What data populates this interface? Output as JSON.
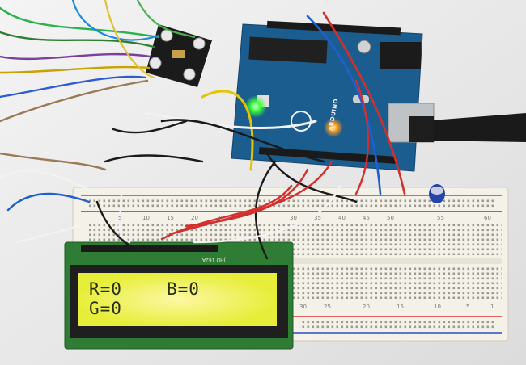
{
  "lcd": {
    "line1_left": "R=0",
    "line1_right": "B=0",
    "line2_left": "G=0",
    "model": "JHD 162A"
  },
  "arduino": {
    "label": "ARDUINO"
  },
  "breadboard": {
    "top_numbers": [
      "5",
      "10",
      "15",
      "20",
      "25",
      "30",
      "35",
      "40",
      "45",
      "50",
      "55",
      "60"
    ],
    "bottom_numbers": [
      "30",
      "25",
      "20",
      "15",
      "10",
      "5",
      "1"
    ]
  },
  "colors": {
    "lcd_backlight": "#e7ee3a",
    "arduino_board": "#1b5d8e",
    "lcd_pcb": "#2f7d35",
    "breadboard": "#f4f1e8"
  }
}
